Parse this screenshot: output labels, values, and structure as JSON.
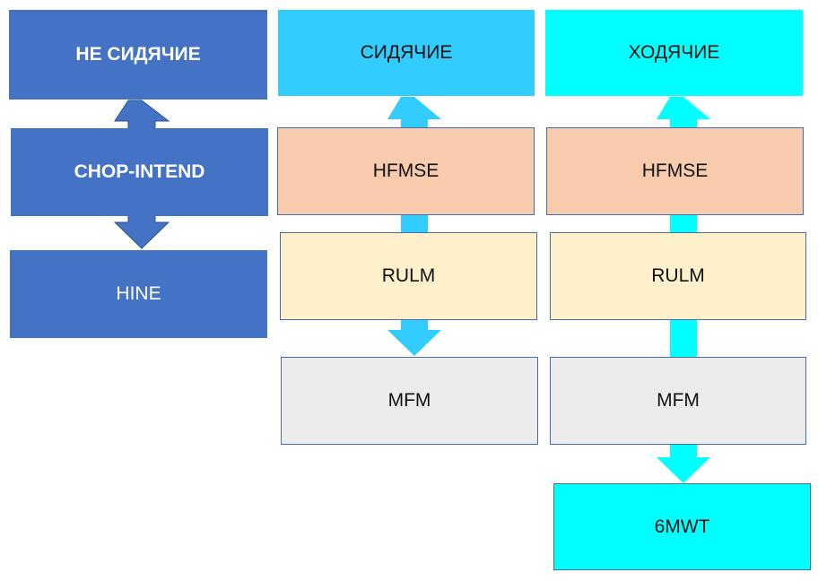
{
  "columns": {
    "non_sitting": {
      "header": "НЕ СИДЯЧИЕ",
      "scale_middle": "CHOP-INTEND",
      "scale_bottom": "HINE"
    },
    "sitting": {
      "header": "СИДЯЧИЕ",
      "scale_1": "HFMSE",
      "scale_2": "RULM",
      "scale_3": "MFM"
    },
    "walking": {
      "header": "ХОДЯЧИЕ",
      "scale_1": "HFMSE",
      "scale_2": "RULM",
      "scale_3": "MFM",
      "scale_4": "6MWT"
    }
  },
  "colors": {
    "non_sitting_fill": "#4472c4",
    "sitting_header_fill": "#33ccff",
    "walking_header_fill": "#00ffff",
    "hfmse_fill": "#f7cbac",
    "rulm_fill": "#fff0cc",
    "mfm_fill": "#ececec",
    "arrow_non_sitting": "#4472c4",
    "arrow_sitting": "#33ccff",
    "arrow_walking": "#00ffff"
  }
}
